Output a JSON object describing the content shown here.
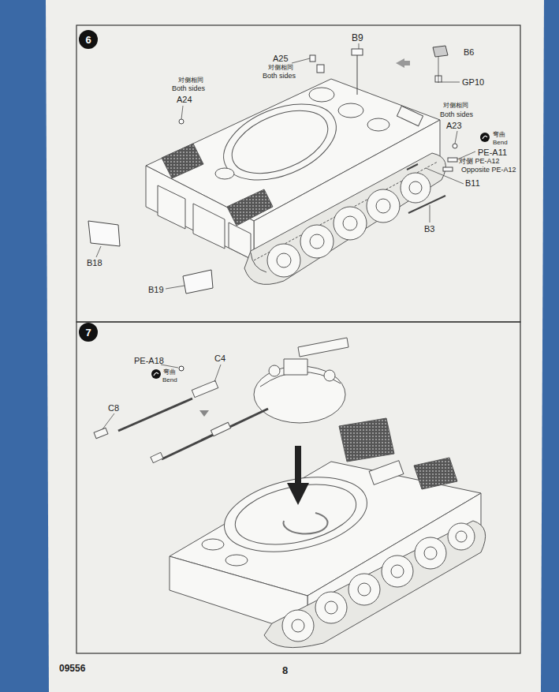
{
  "diagram": {
    "nodes": [
      {
        "text": [
          "6"
        ]
      },
      {
        "text": [
          "7"
        ]
      }
    ],
    "labels": [
      "B9",
      "A25",
      "对侧相同",
      "Both sides",
      "B6",
      "GP10",
      "对侧相同",
      "Both sides",
      "A24",
      "对侧相同",
      "Both sides",
      "A23",
      "弯曲",
      "Bend",
      "PE-A11",
      "对侧 PE-A12",
      "Opposite PE-A12",
      "B11",
      "B3",
      "B18",
      "B19",
      "PE-A18",
      "弯曲",
      "Bend",
      "C4",
      "C8",
      "09556",
      "8"
    ]
  }
}
